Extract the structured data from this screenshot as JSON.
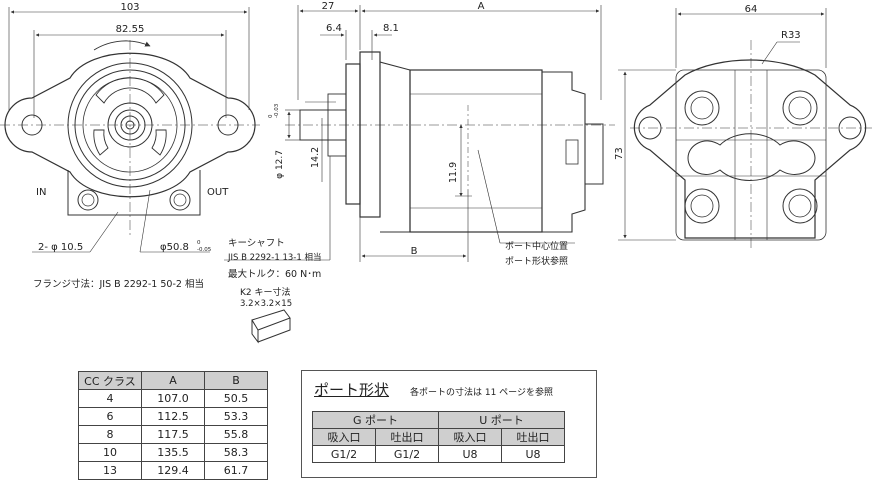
{
  "front_view": {
    "dim_width": "103",
    "dim_pitch": "82.55",
    "label_in": "IN",
    "label_out": "OUT",
    "dim_holes": "2- φ 10.5",
    "dim_pilot": "φ50.8",
    "dim_pilot_tol_upper": "0",
    "dim_pilot_tol_lower": "-0.05",
    "flange_note": "フランジ寸法：JIS B 2292-1 50-2 相当"
  },
  "side_view": {
    "dim_27": "27",
    "dim_A": "A",
    "dim_6_4": "6.4",
    "dim_8_1": "8.1",
    "dim_shaft_dia": "φ 12.7",
    "dim_shaft_tol_upper": "0",
    "dim_shaft_tol_lower": "-0.03",
    "dim_14_2": "14.2",
    "dim_11_9": "11.9",
    "dim_B": "B",
    "port_center_note": "ポート中心位置",
    "port_shape_note": "ポート形状参照",
    "key_shaft_title": "キーシャフト",
    "key_shaft_std": "JIS B 2292-1 13-1 相当",
    "max_torque": "最大トルク：60 N･m",
    "key_title": "K2 キー寸法",
    "key_size": "3.2×3.2×15"
  },
  "rear_view": {
    "dim_64": "64",
    "dim_r33": "R33",
    "dim_73": "73"
  },
  "cc_table": {
    "headers": [
      "CC クラス",
      "A",
      "B"
    ],
    "rows": [
      [
        "4",
        "107.0",
        "50.5"
      ],
      [
        "6",
        "112.5",
        "53.3"
      ],
      [
        "8",
        "117.5",
        "55.8"
      ],
      [
        "10",
        "135.5",
        "58.3"
      ],
      [
        "13",
        "129.4",
        "61.7"
      ]
    ]
  },
  "port_shape": {
    "title": "ポート形状",
    "note": "各ポートの寸法は 11 ページを参照",
    "group_g": "G ポート",
    "group_u": "U ポート",
    "sub_headers": [
      "吸入口",
      "吐出口",
      "吸入口",
      "吐出口"
    ],
    "values": [
      "G1/2",
      "G1/2",
      "U8",
      "U8"
    ]
  },
  "colors": {
    "line": "#333333",
    "header_bg": "#cfcfcf"
  }
}
